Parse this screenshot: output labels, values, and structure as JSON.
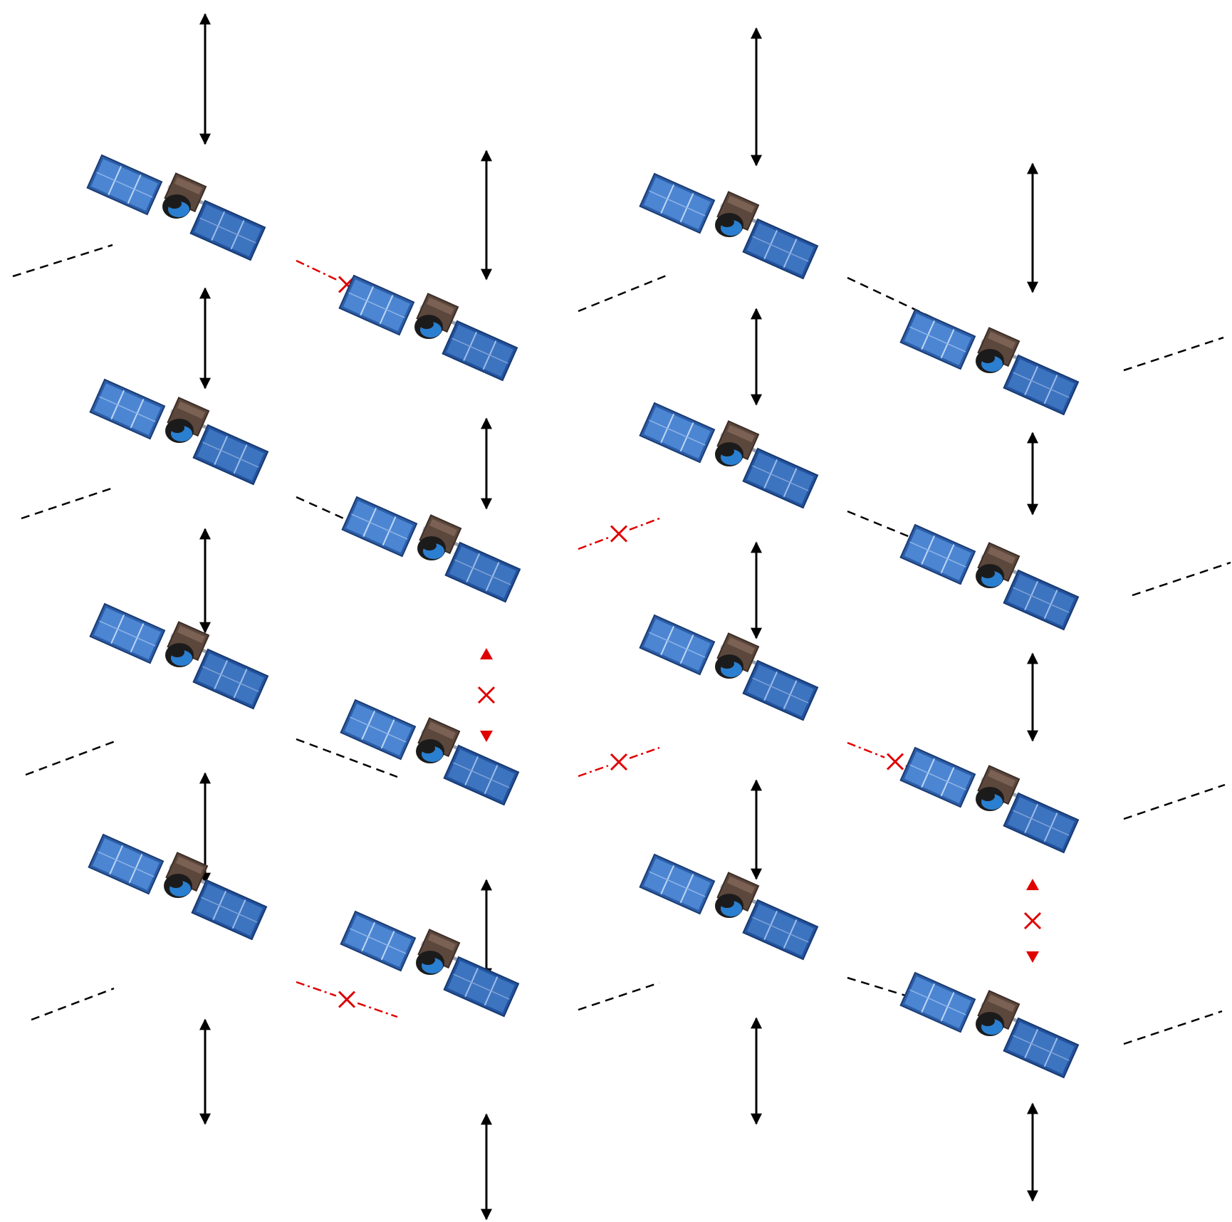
{
  "diagram": {
    "type": "satellite-constellation-link-status",
    "colors": {
      "background": "#ffffff",
      "active_link": "#000000",
      "broken_link": "#e00000",
      "panel_dark": "#1f4f9a",
      "panel_light": "#4f8ad6",
      "panel_grid": "#b9d3f2",
      "body_brown": "#5b463a",
      "antenna": "#1e73be"
    },
    "icons": {
      "satellite": "satellite-icon",
      "active_link": "black-dashed-link",
      "broken_link": "red-dash-dot-link-with-x",
      "vertical_link": "double-arrow-icon",
      "broken_vertical_link": "red-arrowheads-with-x"
    },
    "satellite_count": 16,
    "broken_link_count": 7
  }
}
